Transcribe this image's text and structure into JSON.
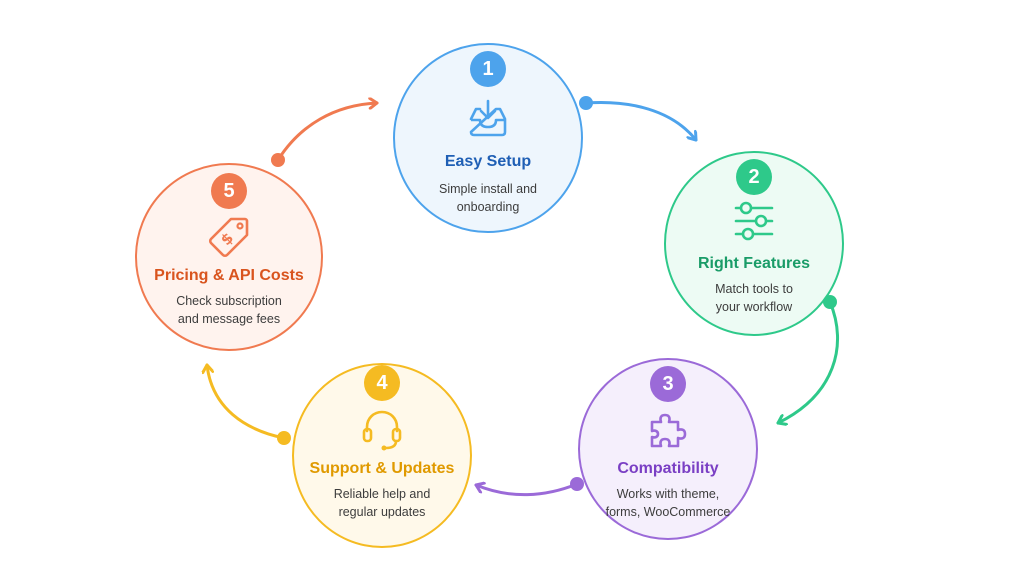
{
  "steps": [
    {
      "number": "1",
      "title": "Easy Setup",
      "desc_line1": "Simple install and",
      "desc_line2": "onboarding",
      "icon": "inbox-download-icon",
      "color": "#4da3ec",
      "title_color": "#1f5fb5",
      "fill": "#eef6fd"
    },
    {
      "number": "2",
      "title": "Right Features",
      "desc_line1": "Match tools to",
      "desc_line2": "your workflow",
      "icon": "sliders-icon",
      "color": "#2ec98a",
      "title_color": "#1a9c68",
      "fill": "#edfbf4"
    },
    {
      "number": "3",
      "title": "Compatibility",
      "desc_line1": "Works with theme,",
      "desc_line2": "forms, WooCommerce",
      "icon": "puzzle-icon",
      "color": "#9b6ad8",
      "title_color": "#7a3fc4",
      "fill": "#f5effc"
    },
    {
      "number": "4",
      "title": "Support & Updates",
      "desc_line1": "Reliable help and",
      "desc_line2": "regular updates",
      "icon": "headset-icon",
      "color": "#f5bb22",
      "title_color": "#e09a00",
      "fill": "#fff9ea"
    },
    {
      "number": "5",
      "title": "Pricing & API Costs",
      "desc_line1": "Check subscription",
      "desc_line2": "and message fees",
      "icon": "price-tag-icon",
      "color": "#f07a50",
      "title_color": "#d9541e",
      "fill": "#fff3ee"
    }
  ]
}
